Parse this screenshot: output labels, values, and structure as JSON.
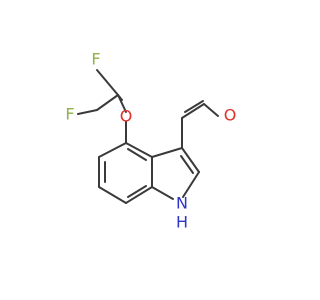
{
  "molecule": {
    "labels": {
      "f_top": "F",
      "f_left": "F",
      "o_ether": "O",
      "o_aldehyde": "O",
      "nh": "H",
      "n": "N"
    },
    "colors": {
      "fluorine": "#8fb04a",
      "oxygen": "#e0302a",
      "nitrogen": "#2e35c8",
      "bond": "#3a3a3a"
    }
  }
}
